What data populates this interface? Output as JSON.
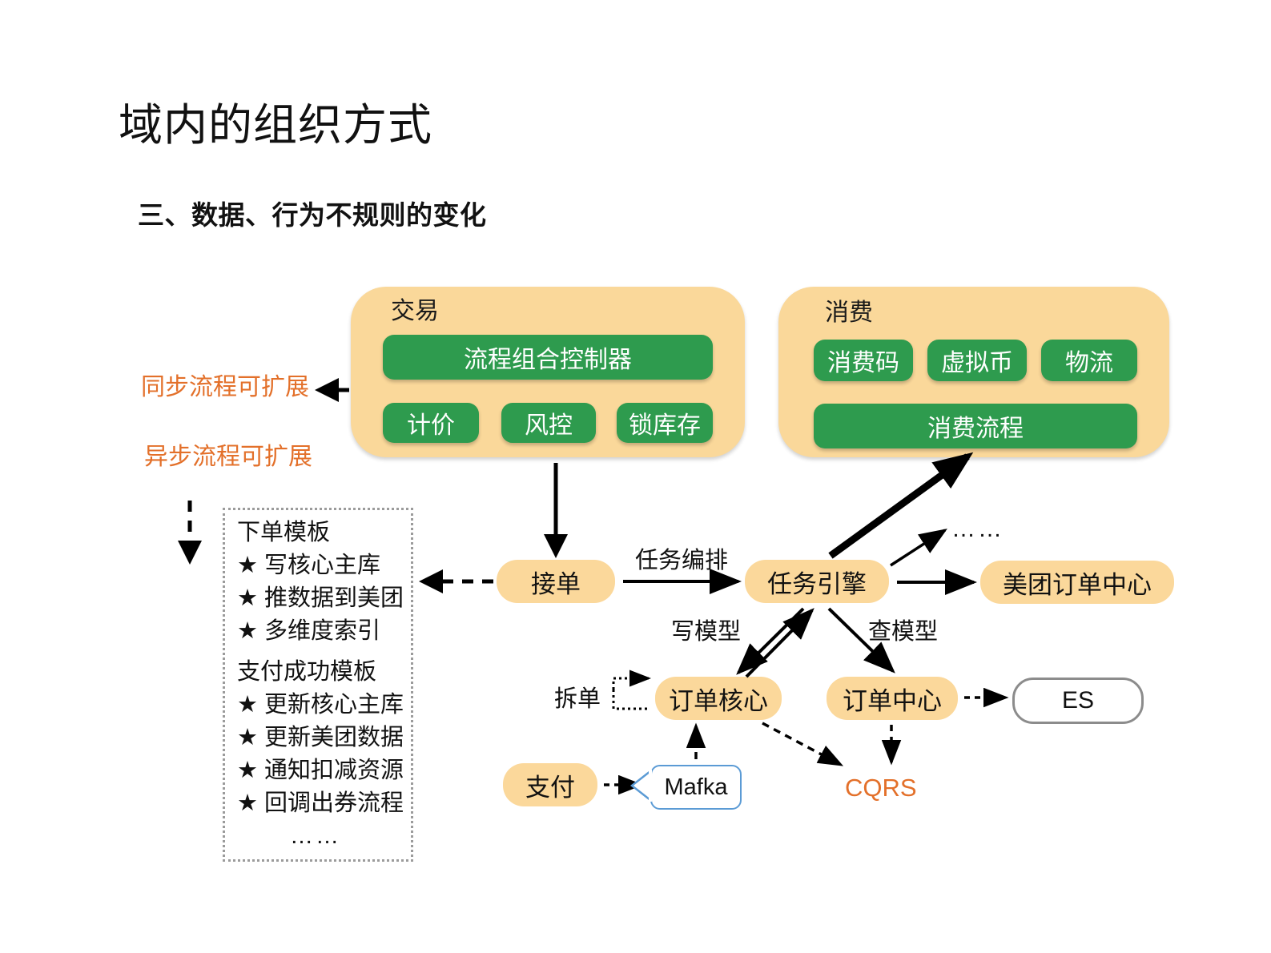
{
  "slide": {
    "title": "域内的组织方式",
    "subtitle": "三、数据、行为不规则的变化"
  },
  "left_labels": {
    "sync": "同步流程可扩展",
    "async": "异步流程可扩展"
  },
  "domains": [
    {
      "name": "交易",
      "main_block": "流程组合控制器",
      "components": [
        "计价",
        "风控",
        "锁库存"
      ]
    },
    {
      "name": "消费",
      "components": [
        "消费码",
        "虚拟币",
        "物流"
      ],
      "main_block": "消费流程"
    }
  ],
  "template_panel": {
    "groups": [
      {
        "title": "下单模板",
        "items": [
          "★ 写核心主库",
          "★ 推数据到美团",
          "★ 多维度索引"
        ]
      },
      {
        "title": "支付成功模板",
        "items": [
          "★ 更新核心主库",
          "★ 更新美团数据",
          "★ 通知扣减资源",
          "★ 回调出券流程"
        ]
      }
    ],
    "ellipsis": "……"
  },
  "flow": {
    "nodes": {
      "accept_order": "接单",
      "task_engine": "任务引擎",
      "meituan_order_center": "美团订单中心",
      "order_core": "订单核心",
      "order_center": "订单中心",
      "es": "ES",
      "payment": "支付",
      "mafka": "Mafka"
    },
    "edge_labels": {
      "task_orchestration": "任务编排",
      "write_model": "写模型",
      "query_model": "查模型",
      "split_order": "拆单"
    },
    "annotations": {
      "ellipsis": "……",
      "cqrs": "CQRS"
    }
  },
  "colors": {
    "panel_orange": "#fad89a",
    "pill_orange": "#fbd89b",
    "green": "#2e9b4e",
    "accent_orange": "#e3702a",
    "callout_blue": "#5b9bd5",
    "es_border": "#8c8c8c"
  }
}
